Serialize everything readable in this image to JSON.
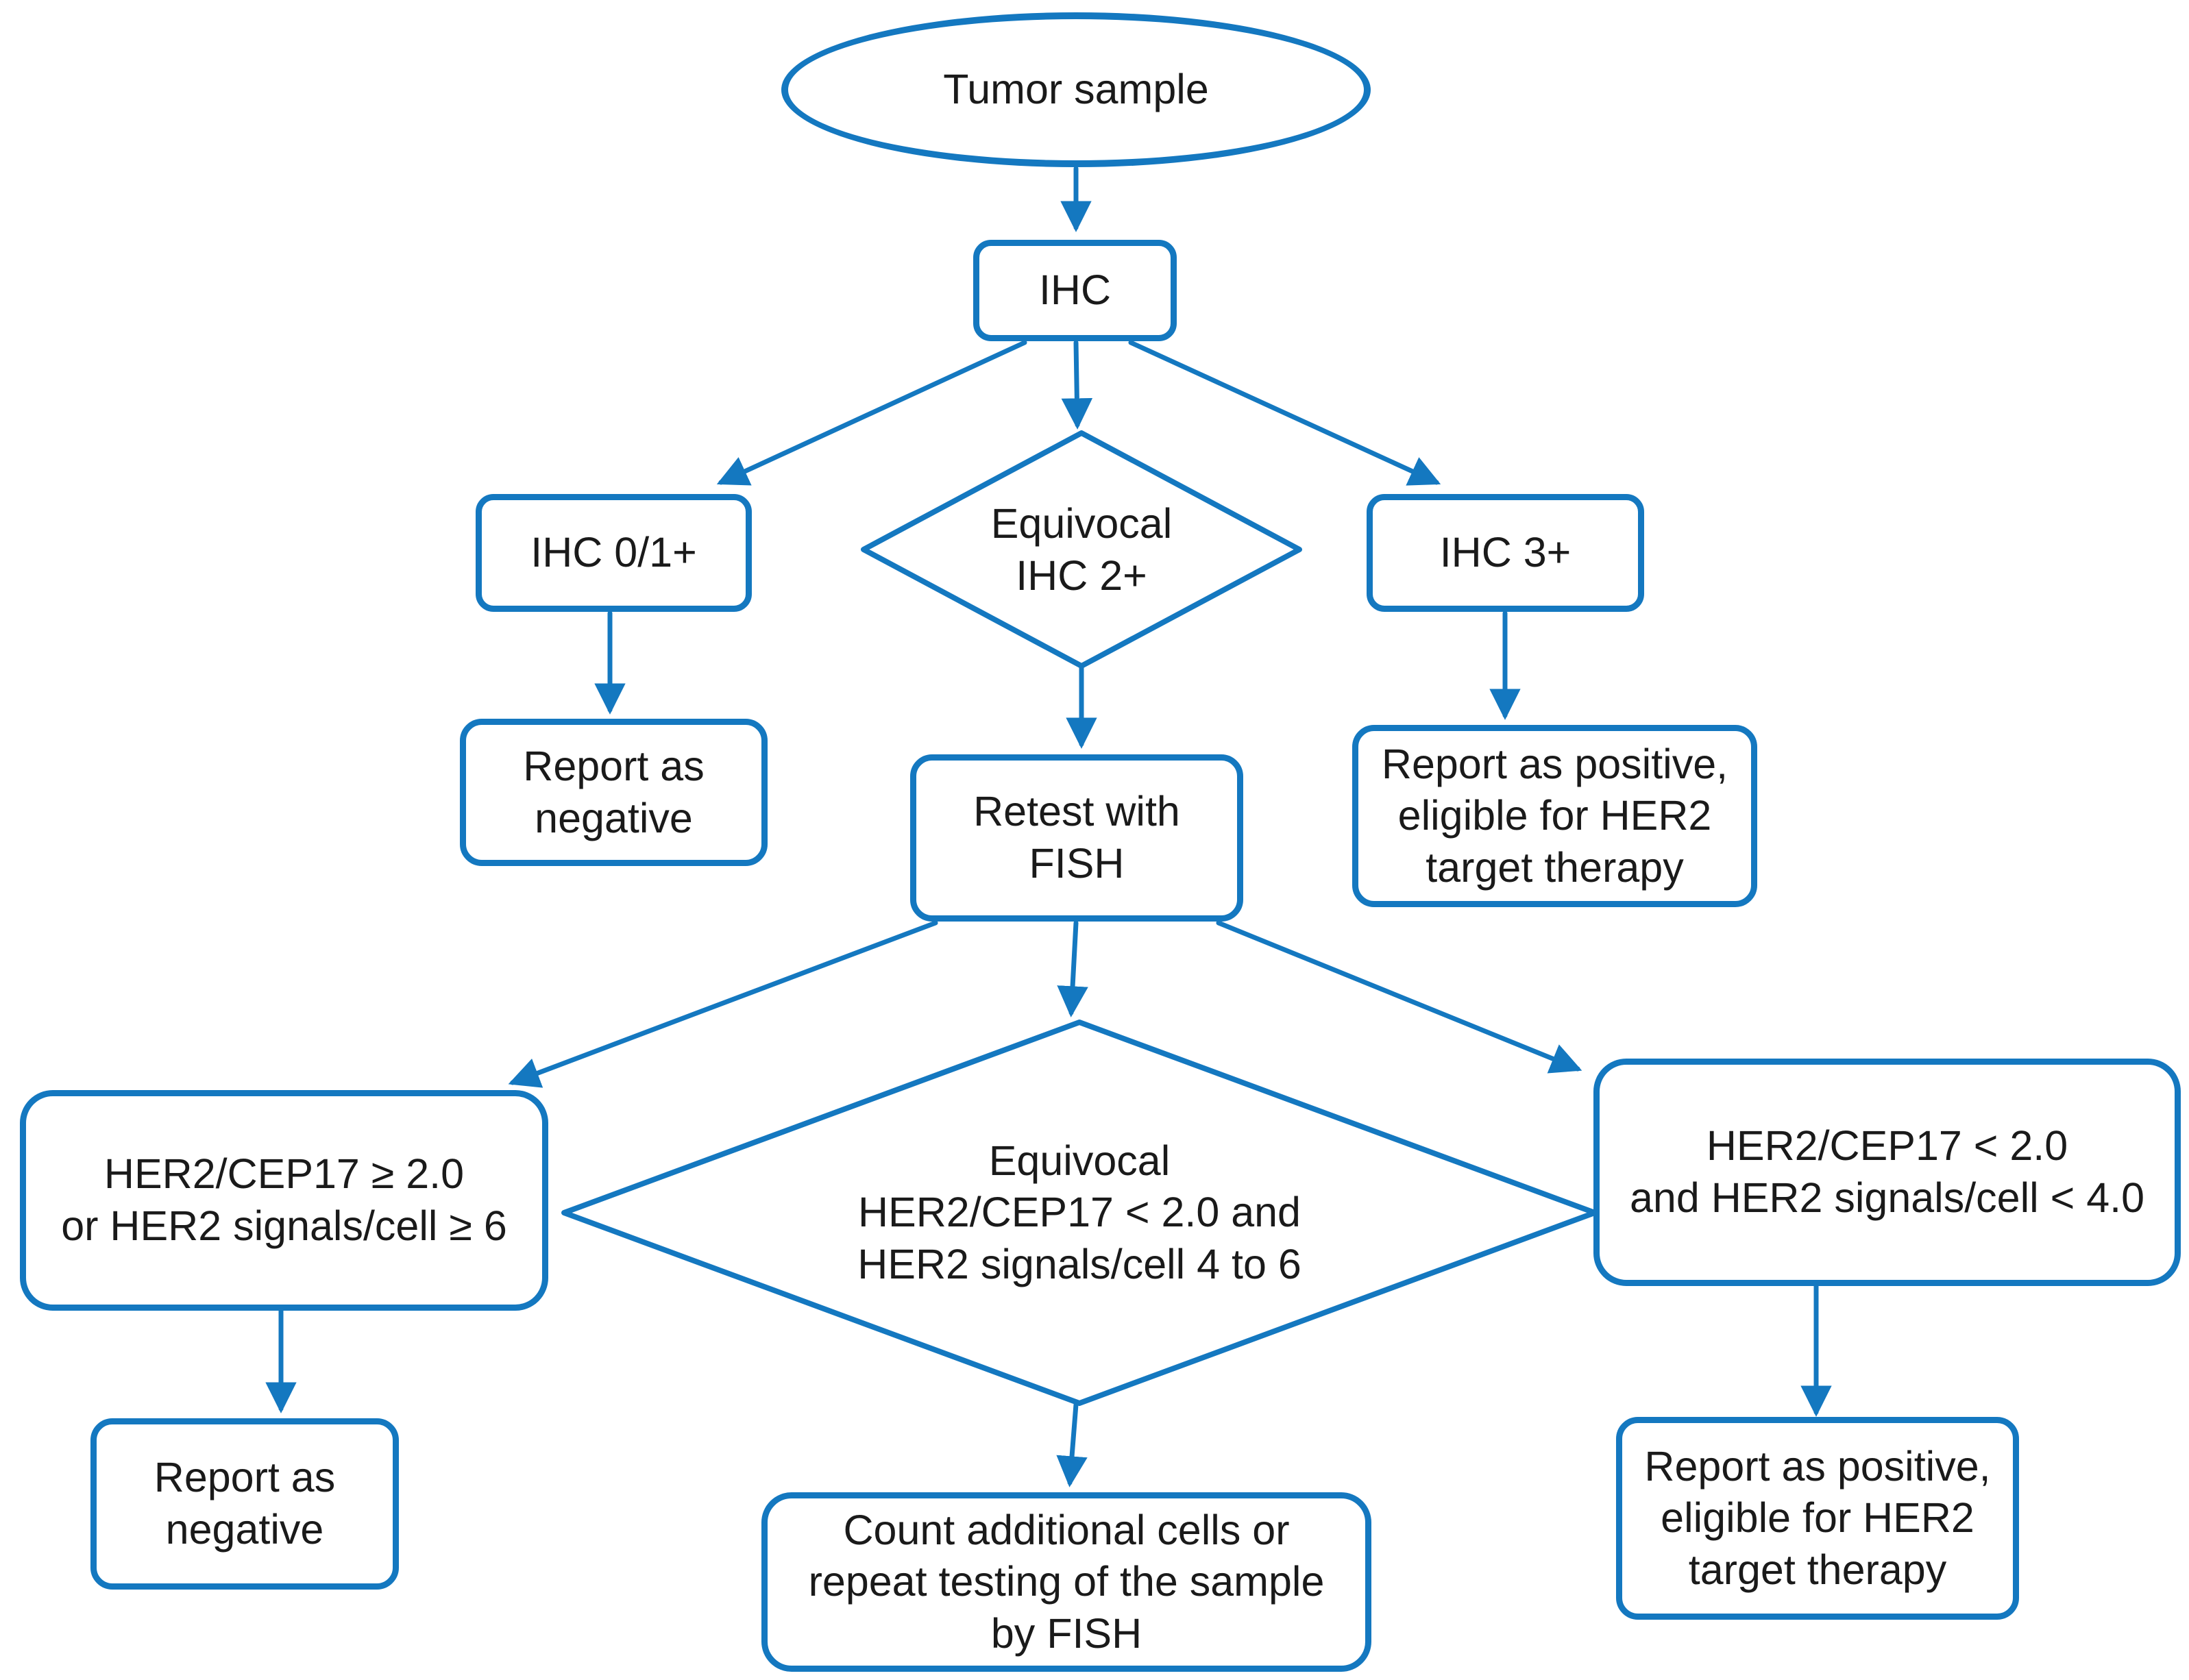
{
  "diagram": {
    "type": "flowchart",
    "accent_color": "#1478c0",
    "text_color": "#1a1a1a",
    "background_color": "#ffffff",
    "nodes": [
      {
        "id": "tumor-sample",
        "shape": "ellipse",
        "label": "Tumor sample"
      },
      {
        "id": "ihc",
        "shape": "rounded-rect",
        "label": "IHC"
      },
      {
        "id": "ihc-0-1plus",
        "shape": "rounded-rect",
        "label": "IHC 0/1+"
      },
      {
        "id": "equivocal-ihc-2plus",
        "shape": "diamond",
        "label": "Equivocal\nIHC 2+"
      },
      {
        "id": "ihc-3plus",
        "shape": "rounded-rect",
        "label": "IHC 3+"
      },
      {
        "id": "report-negative-ihc",
        "shape": "rounded-rect",
        "label": "Report as\nnegative"
      },
      {
        "id": "retest-fish",
        "shape": "rounded-rect",
        "label": "Retest with\nFISH"
      },
      {
        "id": "report-positive-ihc3",
        "shape": "rounded-rect",
        "label": "Report as positive,\neligible for HER2\ntarget therapy"
      },
      {
        "id": "fish-positive-criteria",
        "shape": "rounded-rect",
        "label": "HER2/CEP17 ≥ 2.0\nor HER2 signals/cell ≥ 6"
      },
      {
        "id": "fish-equivocal-criteria",
        "shape": "diamond",
        "label": "Equivocal\nHER2/CEP17 < 2.0 and\nHER2 signals/cell 4 to 6"
      },
      {
        "id": "fish-negative-criteria",
        "shape": "rounded-rect",
        "label": "HER2/CEP17 < 2.0\nand HER2 signals/cell < 4.0"
      },
      {
        "id": "report-negative-fish",
        "shape": "rounded-rect",
        "label": "Report as\nnegative"
      },
      {
        "id": "count-additional-cells",
        "shape": "rounded-rect",
        "label": "Count additional cells or\nrepeat testing of the sample\nby FISH"
      },
      {
        "id": "report-positive-fish",
        "shape": "rounded-rect",
        "label": "Report as positive,\neligible for HER2\ntarget therapy"
      }
    ],
    "edges": [
      {
        "from": "tumor-sample",
        "to": "ihc"
      },
      {
        "from": "ihc",
        "to": "ihc-0-1plus"
      },
      {
        "from": "ihc",
        "to": "equivocal-ihc-2plus"
      },
      {
        "from": "ihc",
        "to": "ihc-3plus"
      },
      {
        "from": "ihc-0-1plus",
        "to": "report-negative-ihc"
      },
      {
        "from": "equivocal-ihc-2plus",
        "to": "retest-fish"
      },
      {
        "from": "ihc-3plus",
        "to": "report-positive-ihc3"
      },
      {
        "from": "retest-fish",
        "to": "fish-positive-criteria"
      },
      {
        "from": "retest-fish",
        "to": "fish-equivocal-criteria"
      },
      {
        "from": "retest-fish",
        "to": "fish-negative-criteria"
      },
      {
        "from": "fish-positive-criteria",
        "to": "report-negative-fish"
      },
      {
        "from": "fish-equivocal-criteria",
        "to": "count-additional-cells"
      },
      {
        "from": "fish-negative-criteria",
        "to": "report-positive-fish"
      }
    ]
  }
}
